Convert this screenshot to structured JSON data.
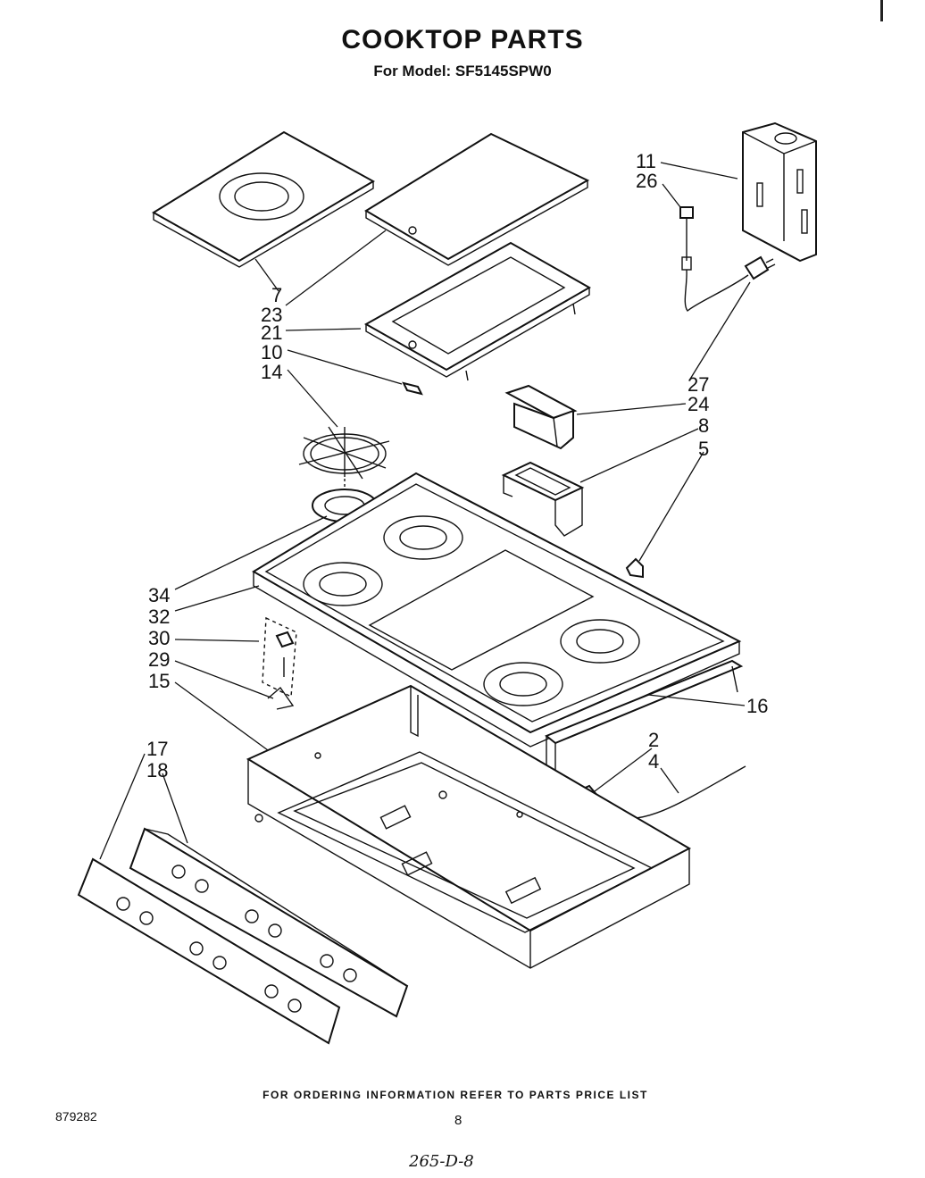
{
  "header": {
    "title": "COOKTOP PARTS",
    "subtitle": "For Model: SF5145SPW0"
  },
  "callouts": [
    {
      "id": "c11",
      "label": "11"
    },
    {
      "id": "c26",
      "label": "26"
    },
    {
      "id": "c7",
      "label": "7"
    },
    {
      "id": "c23",
      "label": "23"
    },
    {
      "id": "c21",
      "label": "21"
    },
    {
      "id": "c10",
      "label": "10"
    },
    {
      "id": "c14",
      "label": "14"
    },
    {
      "id": "c27",
      "label": "27"
    },
    {
      "id": "c24",
      "label": "24"
    },
    {
      "id": "c8",
      "label": "8"
    },
    {
      "id": "c5",
      "label": "5"
    },
    {
      "id": "c34",
      "label": "34"
    },
    {
      "id": "c32",
      "label": "32"
    },
    {
      "id": "c30",
      "label": "30"
    },
    {
      "id": "c29",
      "label": "29"
    },
    {
      "id": "c15",
      "label": "15"
    },
    {
      "id": "c16",
      "label": "16"
    },
    {
      "id": "c2",
      "label": "2"
    },
    {
      "id": "c4",
      "label": "4"
    },
    {
      "id": "c17",
      "label": "17"
    },
    {
      "id": "c18",
      "label": "18"
    }
  ],
  "footer": {
    "ordering_note": "FOR ORDERING INFORMATION REFER TO PARTS PRICE LIST",
    "doc_number": "879282",
    "page_number": "8",
    "handwritten_note": "265-D-8"
  }
}
